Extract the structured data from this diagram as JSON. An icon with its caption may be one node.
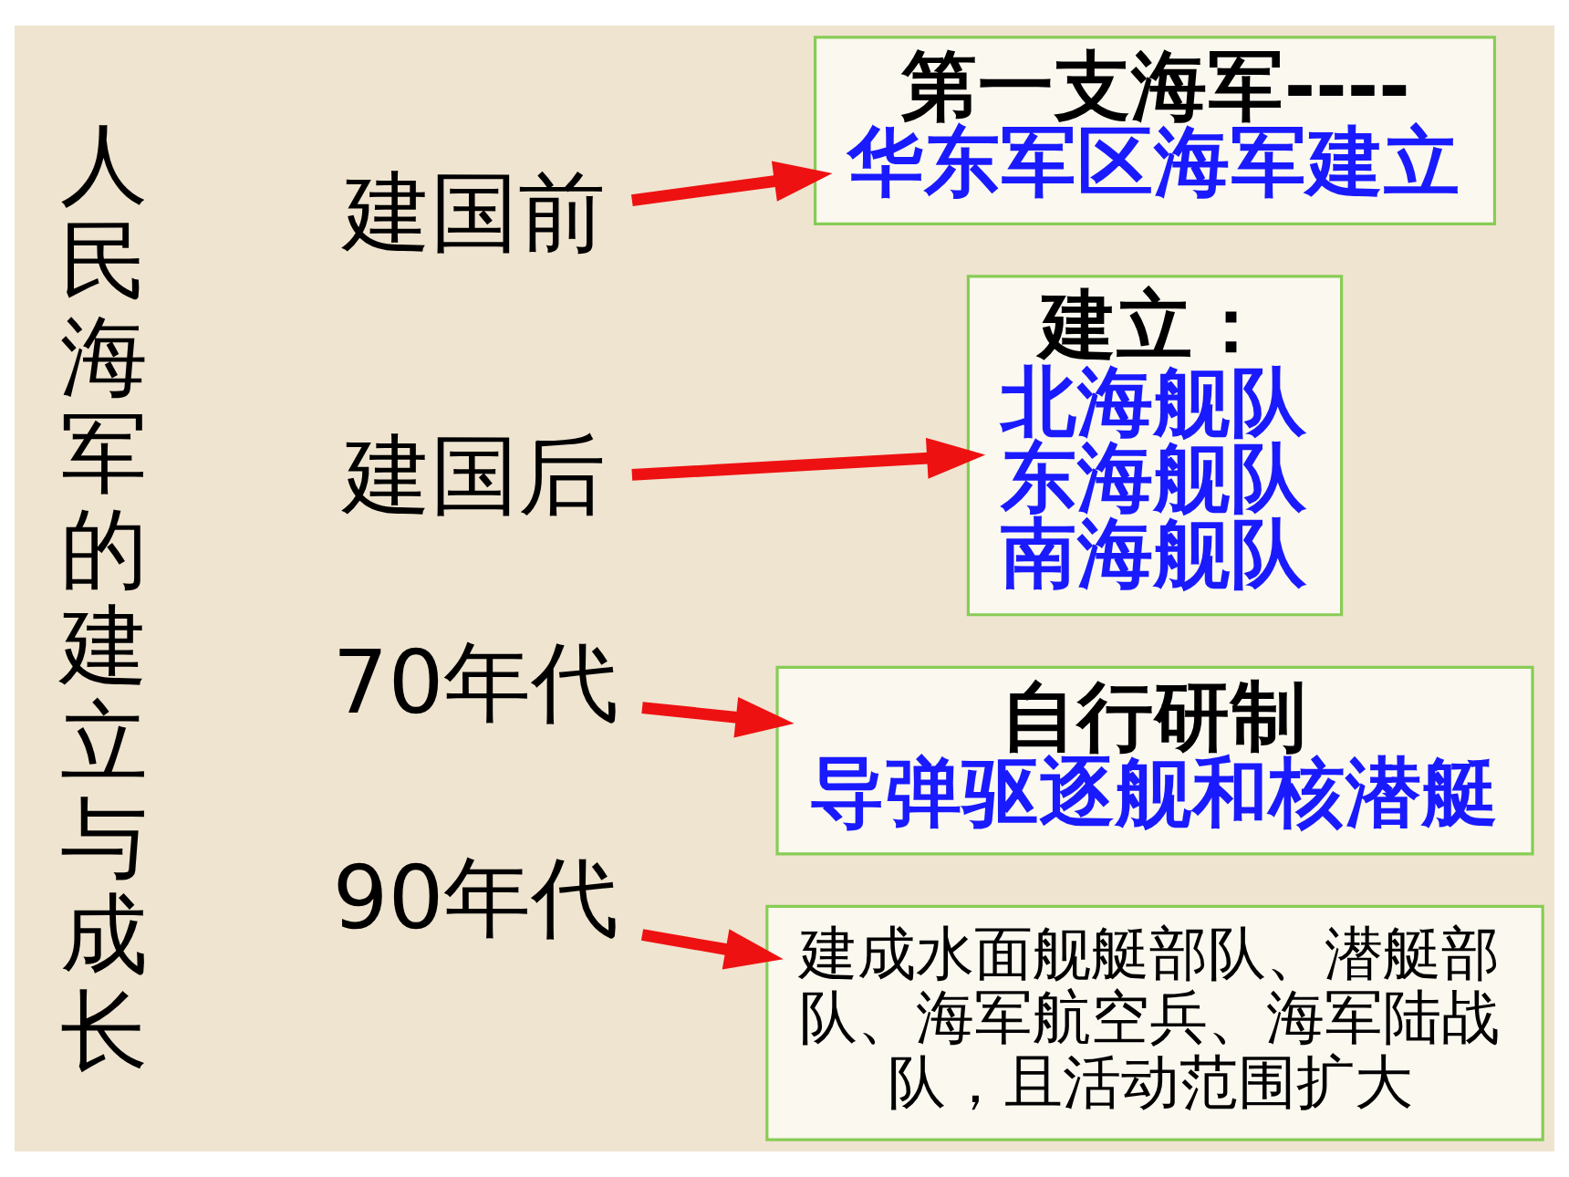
{
  "diagram": {
    "nodes": [
      {
        "text": [
          "人民海军的建立与成长"
        ]
      },
      {
        "text": [
          "建国前"
        ]
      },
      {
        "text": [
          "第一支海军----",
          "华东军区海军建立"
        ]
      },
      {
        "text": [
          "建国后"
        ]
      },
      {
        "text": [
          "建立：",
          "北海舰队",
          "东海舰队",
          "南海舰队"
        ]
      },
      {
        "text": [
          "70年代"
        ]
      },
      {
        "text": [
          "自行研制",
          "导弹驱逐舰和核潜艇"
        ]
      },
      {
        "text": [
          "90年代"
        ]
      },
      {
        "text": [
          "建成水面舰艇部队、潜艇部队、海军航空兵、海军陆战队，且活动范围扩大"
        ]
      }
    ],
    "edges": [
      {
        "from": 1,
        "to": 2,
        "arrow": "to"
      },
      {
        "from": 3,
        "to": 4,
        "arrow": "to"
      },
      {
        "from": 5,
        "to": 6,
        "arrow": "to"
      },
      {
        "from": 7,
        "to": 8,
        "arrow": "to"
      }
    ]
  }
}
